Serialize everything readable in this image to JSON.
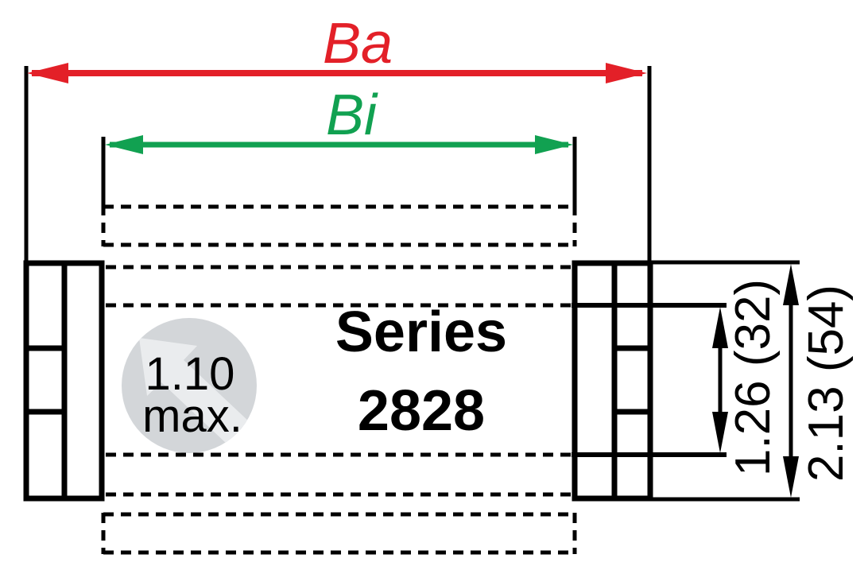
{
  "colors": {
    "ink": "#000000",
    "ba": "#e32028",
    "bi": "#11a151",
    "badge": "#d3d6d9",
    "watermark": "#eaecee",
    "paper": "#ffffff"
  },
  "drawing": {
    "series_label": {
      "line1": "Series",
      "line2": "2828"
    },
    "dimensions": {
      "outer_width": "Ba",
      "inner_width": "Bi",
      "inner_height": "1.26 (32)",
      "outer_height": "2.13 (54)"
    },
    "note": {
      "line1": "1.10",
      "line2": "max."
    }
  }
}
